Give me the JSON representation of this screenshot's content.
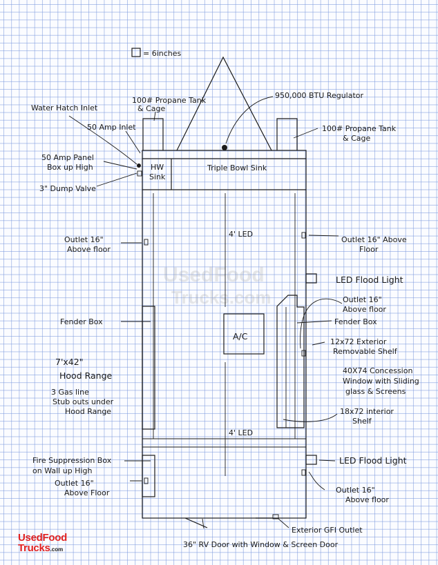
{
  "scale_note": "= 6inches",
  "labels": {
    "water_hatch": "Water Hatch Inlet",
    "propane_left_1": "100# Propane Tank",
    "propane_left_2": "& Cage",
    "regulator": "950,000 BTU Regulator",
    "amp_inlet": "50 Amp Inlet",
    "propane_right_1": "100# Propane Tank",
    "propane_right_2": "& Cage",
    "panel_1": "50 Amp Panel",
    "panel_2": "Box up High",
    "hw_sink_1": "HW",
    "hw_sink_2": "Sink",
    "triple_sink": "Triple Bowl Sink",
    "dump_valve": "3\" Dump Valve",
    "led_top": "4' LED",
    "outlet_left_1": "Outlet 16\"",
    "outlet_left_2": "Above floor",
    "outlet_right_1": "Outlet 16\" Above",
    "outlet_right_2": "Floor",
    "flood_top": "LED Flood Light",
    "outlet_mid_1": "Outlet 16\"",
    "outlet_mid_2": "Above floor",
    "fender_left": "Fender Box",
    "fender_right": "Fender Box",
    "ac": "A/C",
    "ext_shelf_1": "12x72 Exterior",
    "ext_shelf_2": "Removable Shelf",
    "hood_1": "7'x42\"",
    "hood_2": "Hood Range",
    "gas_1": "3 Gas line",
    "gas_2": "Stub outs under",
    "gas_3": "Hood Range",
    "window_1": "40X74 Concession",
    "window_2": "Window with Sliding",
    "window_3": "glass & Screens",
    "int_shelf_1": "18x72 interior",
    "int_shelf_2": "Shelf",
    "led_bottom": "4' LED",
    "fire_1": "Fire Suppression Box",
    "fire_2": "on Wall up High",
    "flood_bottom": "LED Flood Light",
    "outlet_bl_1": "Outlet 16\"",
    "outlet_bl_2": "Above Floor",
    "outlet_br_1": "Outlet 16\"",
    "outlet_br_2": "Above floor",
    "gfi": "Exterior GFI Outlet",
    "door": "36\" RV Door with Window & Screen Door"
  },
  "watermark": {
    "line1": "UsedFood",
    "line2": "Trucks.com"
  },
  "logo": {
    "line1": "UsedFood",
    "line2": "Trucks",
    "line3": ".com"
  }
}
